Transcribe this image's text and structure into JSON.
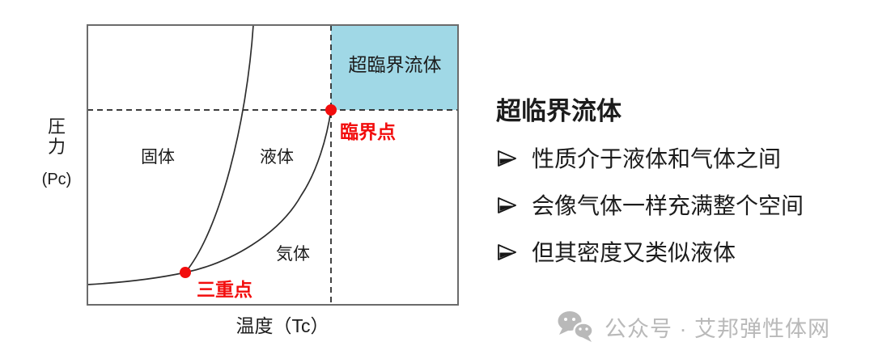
{
  "diagram": {
    "axes": {
      "y_label_chars": [
        "圧",
        "力"
      ],
      "y_label_sub": "(Pc)",
      "x_label": "温度（Tc）"
    },
    "regions": {
      "solid": "固体",
      "liquid": "液体",
      "gas": "気体",
      "supercritical": "超臨界流体"
    },
    "points": {
      "critical": "臨界点",
      "triple": "三重点"
    },
    "colors": {
      "supercritical_fill": "#a0d8e6",
      "point_red": "#f20d0d",
      "curve_line": "#2e2e2e",
      "box_border": "#6b6b6b"
    }
  },
  "panel": {
    "title": "超临界流体",
    "bullets": [
      "性质介于液体和气体之间",
      "会像气体一样充满整个空间",
      "但其密度又类似液体"
    ]
  },
  "watermark": {
    "label": "公众号 · 艾邦弹性体网",
    "color": "#b9b9b9"
  }
}
